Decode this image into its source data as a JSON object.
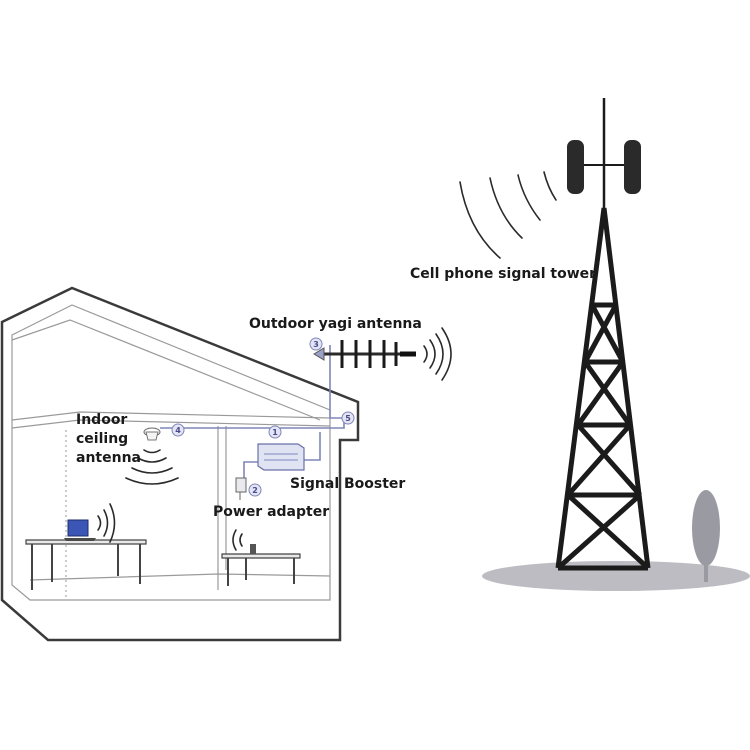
{
  "labels": {
    "tower": "Cell phone signal tower",
    "outdoor_antenna": "Outdoor yagi antenna",
    "indoor_antenna_line1": "Indoor",
    "indoor_antenna_line2": "ceiling",
    "indoor_antenna_line3": "antenna",
    "signal_booster": "Signal Booster",
    "power_adapter": "Power adapter"
  },
  "markers": {
    "booster": "1",
    "adapter": "2",
    "outdoor_antenna": "3",
    "indoor_antenna": "4",
    "wall_entry": "5"
  },
  "colors": {
    "cable": "#7f86b8",
    "ground": "#bcbcc2",
    "laptop": "#3b56b5",
    "tree": "#9a9aa2"
  }
}
